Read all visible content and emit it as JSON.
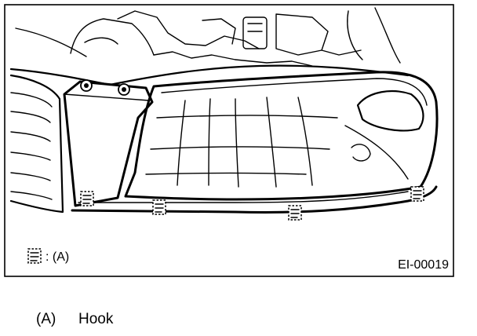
{
  "figure": {
    "legend_symbol": "hook-symbol",
    "legend_text": ": (A)",
    "figure_code": "EI-00019"
  },
  "caption": {
    "key": "(A)",
    "text": "Hook"
  }
}
